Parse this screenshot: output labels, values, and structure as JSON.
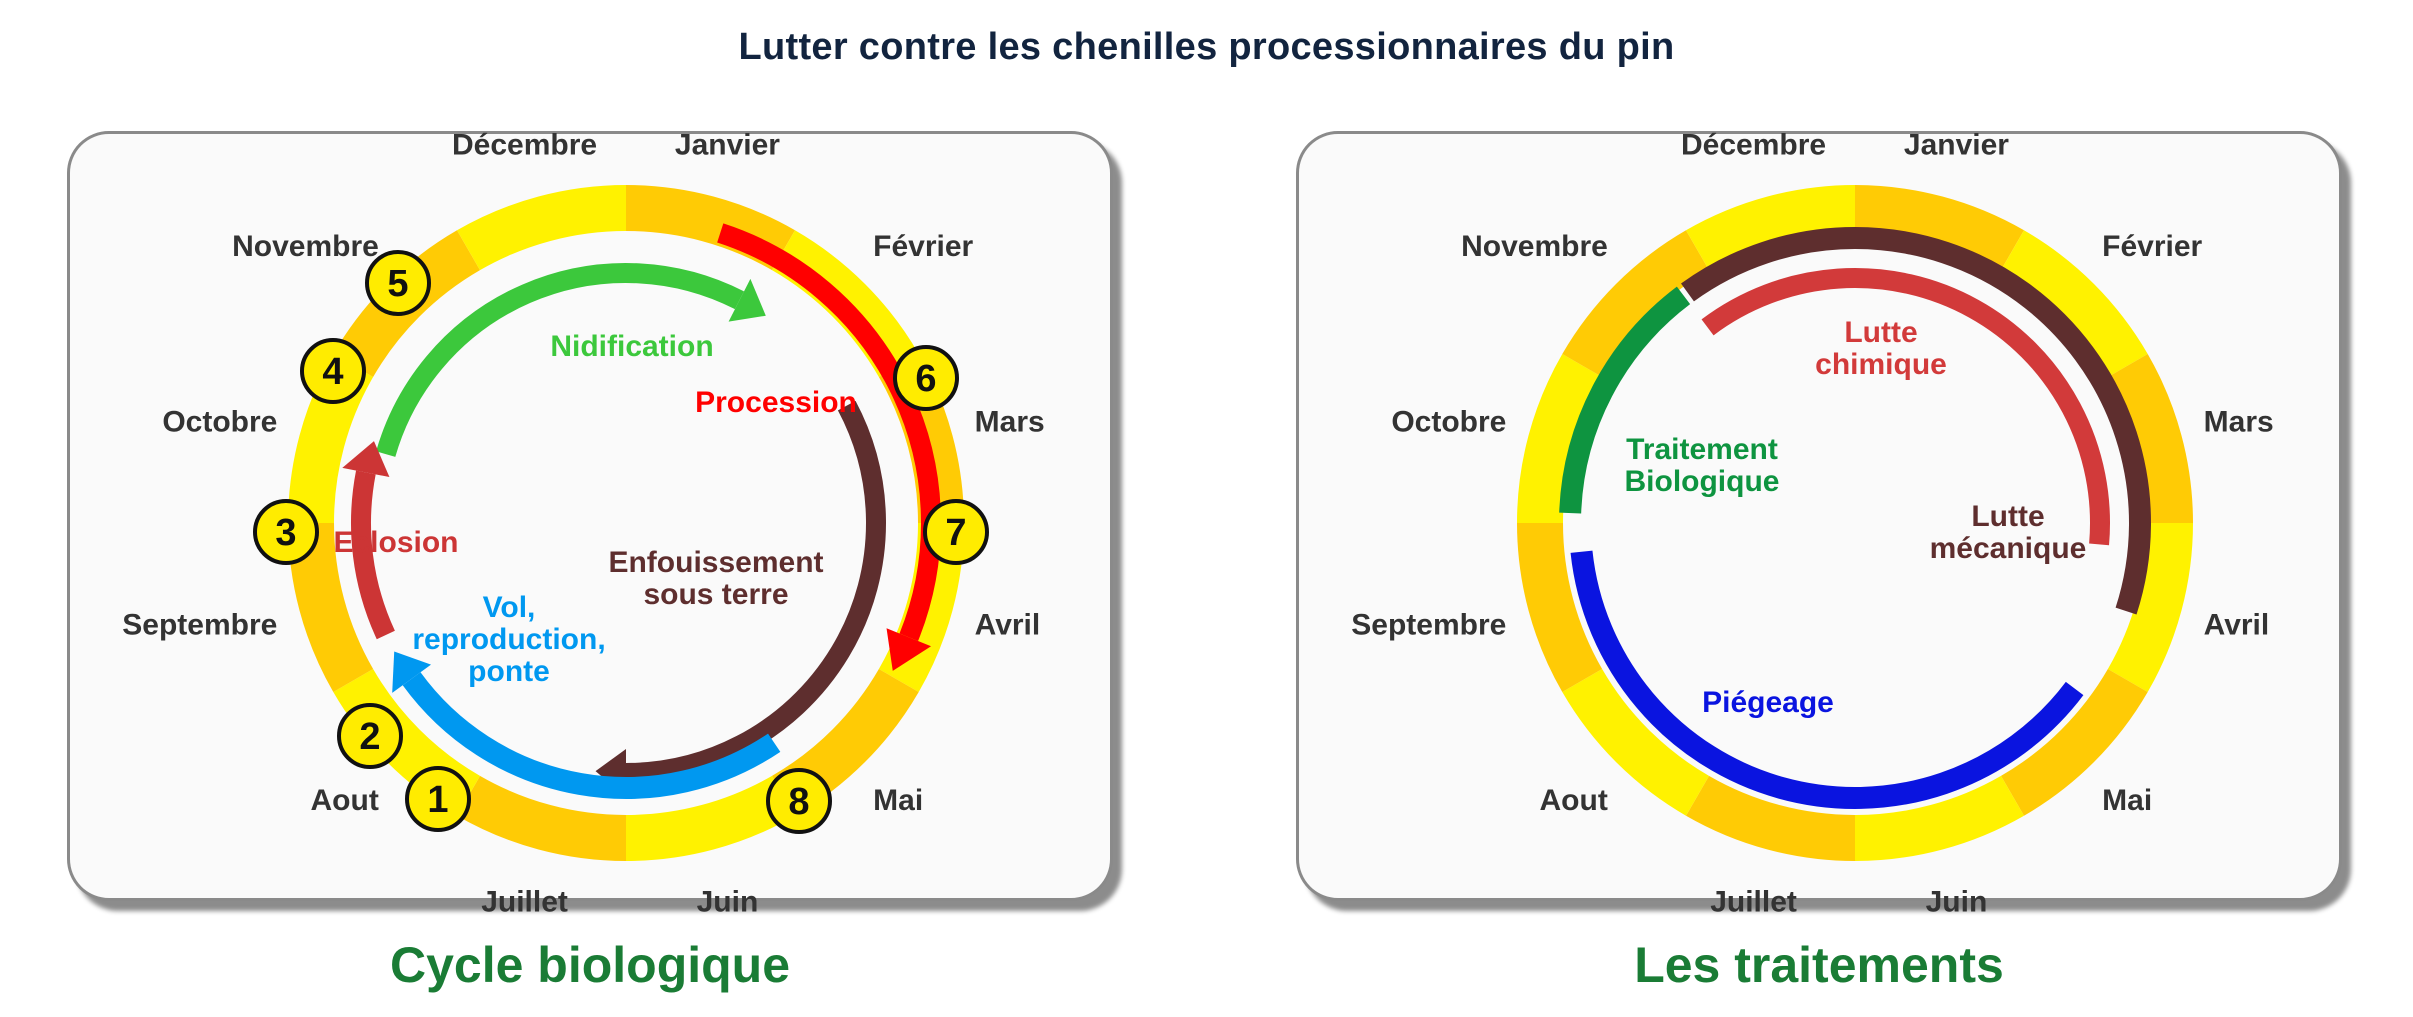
{
  "title": "Lutter contre les chenilles processionnaires du pin",
  "months": [
    "Janvier",
    "Février",
    "Mars",
    "Avril",
    "Mai",
    "Juin",
    "Juillet",
    "Aout",
    "Septembre",
    "Octobre",
    "Novembre",
    "Décembre"
  ],
  "ring_colors": [
    "#ffcb05",
    "#fff200"
  ],
  "cycle": {
    "caption": "Cycle biologique",
    "phases": [
      {
        "key": "nidification",
        "label": "Nidification",
        "color": "#3cc83c"
      },
      {
        "key": "procession",
        "label": "Procession",
        "color": "#ff0000"
      },
      {
        "key": "enfouissement",
        "label": "Enfouissement sous terre",
        "color": "#5e2e2e"
      },
      {
        "key": "vol",
        "label": "Vol, reproduction, ponte",
        "color": "#0098f0"
      },
      {
        "key": "eclosion",
        "label": "Eclosion",
        "color": "#cc3535"
      }
    ],
    "steps": [
      "1",
      "2",
      "3",
      "4",
      "5",
      "6",
      "7",
      "8"
    ]
  },
  "treatments": {
    "caption": "Les traitements",
    "items": [
      {
        "key": "chimique",
        "label": "Lutte chimique",
        "color": "#d23a3a"
      },
      {
        "key": "mecanique",
        "label": "Lutte mécanique",
        "color": "#5e2e2e"
      },
      {
        "key": "biologique",
        "label": "Traitement Biologique",
        "color": "#0e9440"
      },
      {
        "key": "piegeage",
        "label": "Piégeage",
        "color": "#0a14e0"
      }
    ]
  }
}
